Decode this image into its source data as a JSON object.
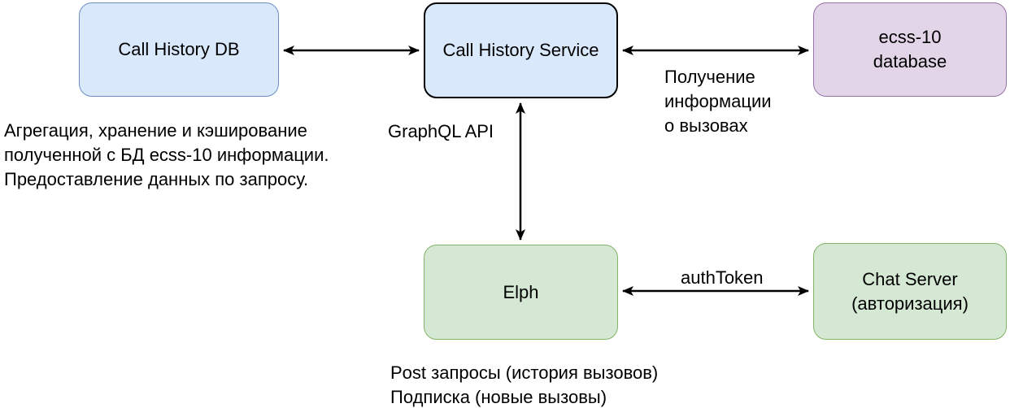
{
  "diagram": {
    "nodes": {
      "call_history_db": {
        "label": "Call History DB",
        "fill": "#dae8fc",
        "border": "#6c8ebf"
      },
      "call_history_service": {
        "label": "Call History Service",
        "fill": "#dae8fc",
        "border": "#000000"
      },
      "ecss10_database": {
        "label": "ecss-10\ndatabase",
        "fill": "#e1d5e7",
        "border": "#9673a6"
      },
      "elph": {
        "label": "Elph",
        "fill": "#d5e8d4",
        "border": "#82b366"
      },
      "chat_server": {
        "label": "Chat Server\n(авторизация)",
        "fill": "#d5e8d4",
        "border": "#82b366"
      }
    },
    "edge_labels": {
      "graphql_api": "GraphQL API",
      "call_info": "Получение\nинформации\nо вызовах",
      "auth_token": "authToken"
    },
    "annotations": {
      "aggregation": "Агрегация, хранение и кэширование\nполученной с БД ecss-10 информации.\nПредоставление данных по запросу.",
      "post_requests": "Post запросы (история вызовов)\nПодписка (новые вызовы)"
    },
    "arrow_color": "#000000",
    "background": "#ffffff"
  }
}
